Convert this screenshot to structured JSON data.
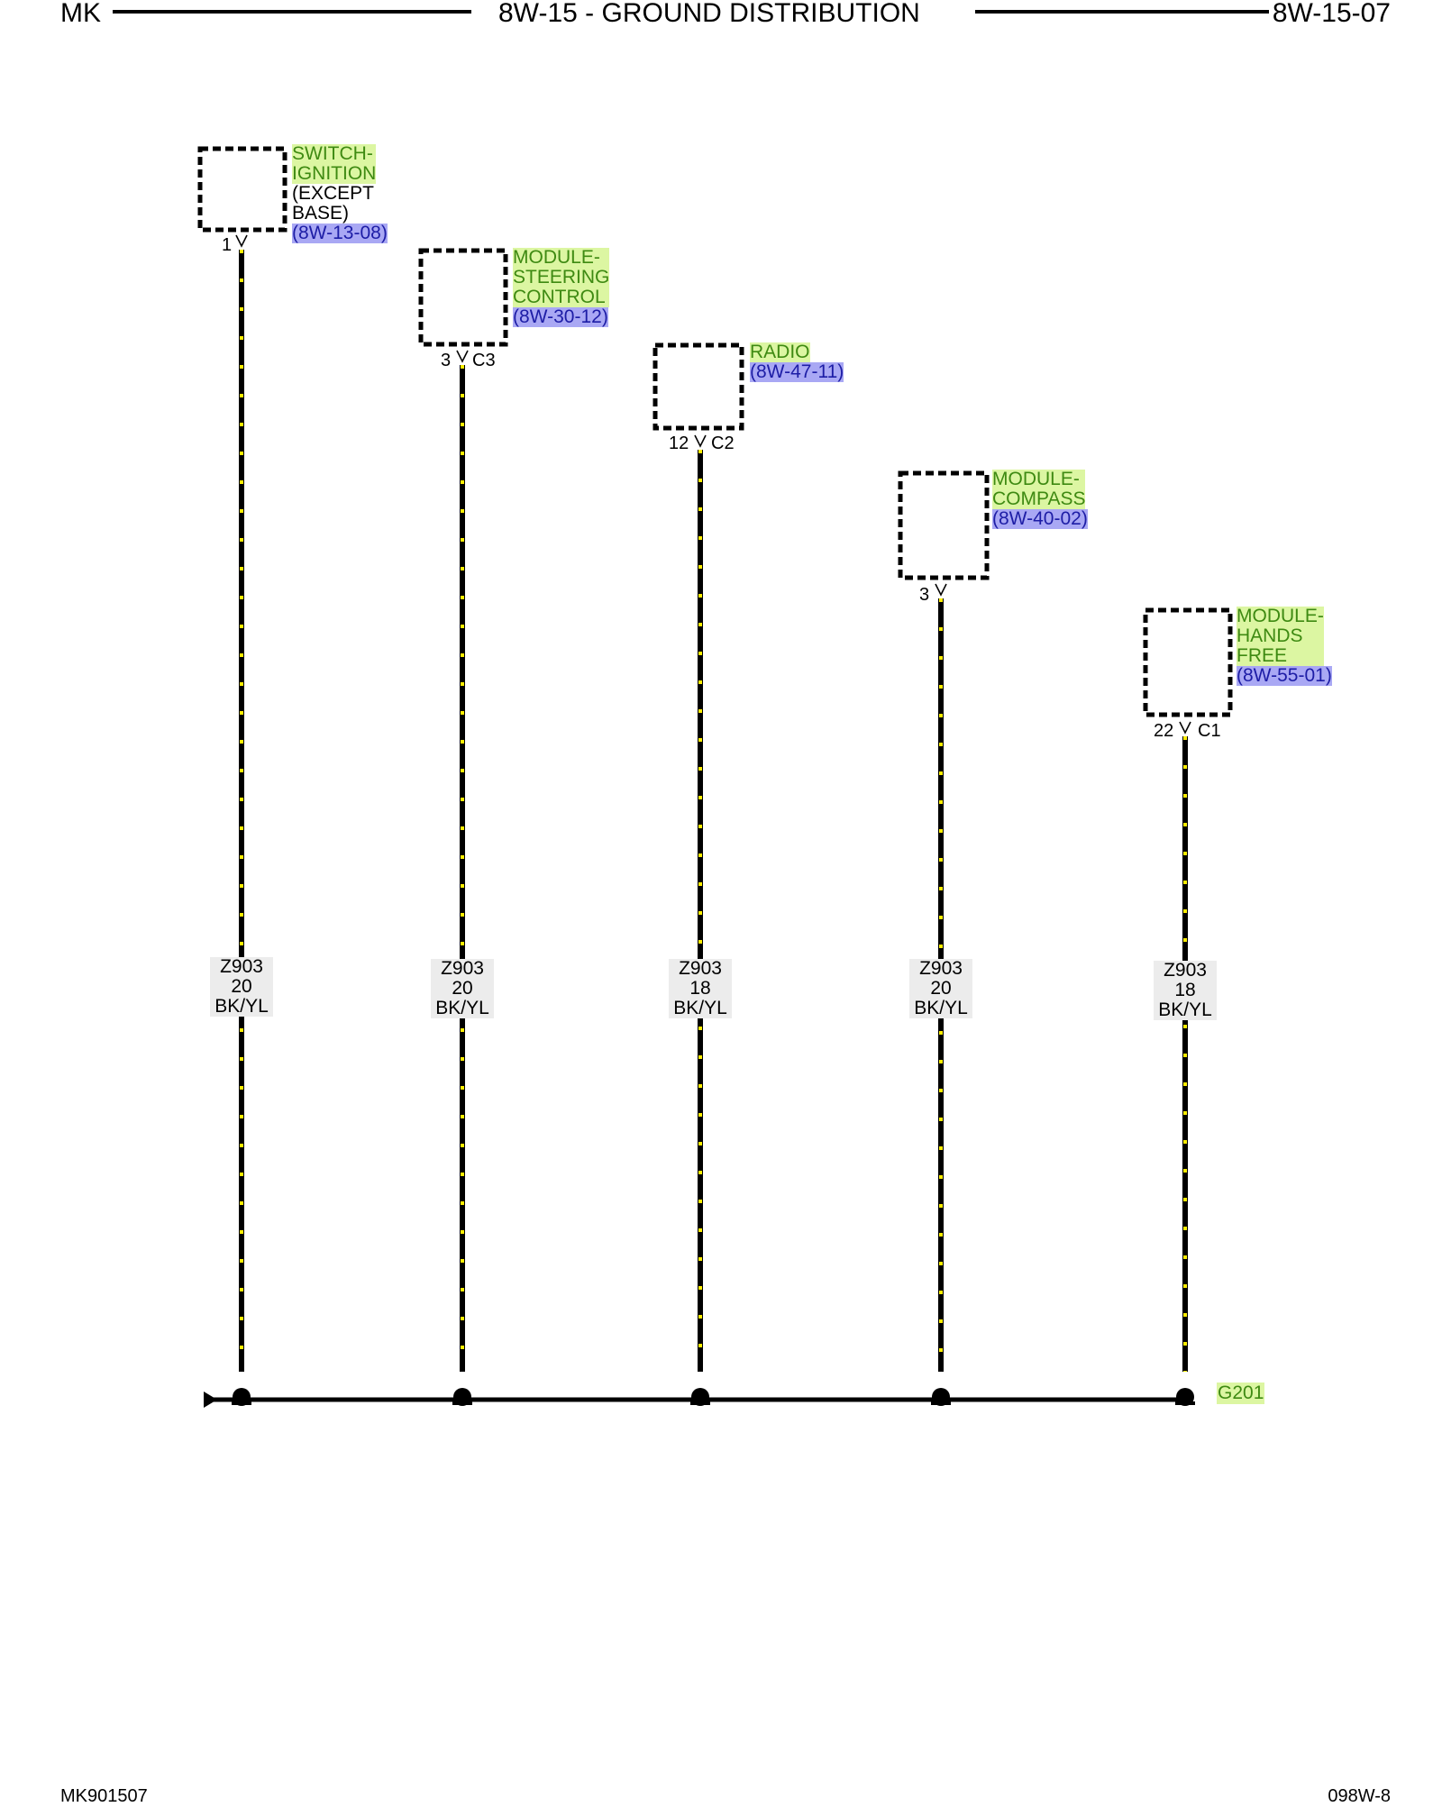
{
  "header": {
    "left": "MK",
    "center": "8W-15 - GROUND DISTRIBUTION",
    "right": "8W-15-07"
  },
  "footer": {
    "left": "MK901507",
    "right": "098W-8"
  },
  "components": [
    {
      "name_lines": [
        "SWITCH-",
        "IGNITION"
      ],
      "note_lines": [
        "(EXCEPT",
        "BASE)"
      ],
      "ref": "(8W-13-08)",
      "pin": "1",
      "connector": ""
    },
    {
      "name_lines": [
        "MODULE-",
        "STEERING",
        "CONTROL"
      ],
      "note_lines": [],
      "ref": "(8W-30-12)",
      "pin": "3",
      "connector": "C3"
    },
    {
      "name_lines": [
        "RADIO"
      ],
      "note_lines": [],
      "ref": "(8W-47-11)",
      "pin": "12",
      "connector": "C2"
    },
    {
      "name_lines": [
        "MODULE-",
        "COMPASS"
      ],
      "note_lines": [],
      "ref": "(8W-40-02)",
      "pin": "3",
      "connector": ""
    },
    {
      "name_lines": [
        "MODULE-",
        "HANDS",
        "FREE"
      ],
      "note_lines": [],
      "ref": "(8W-55-01)",
      "pin": "22",
      "connector": "C1"
    }
  ],
  "wires": [
    {
      "circuit": "Z903",
      "gauge": "20",
      "color": "BK/YL"
    },
    {
      "circuit": "Z903",
      "gauge": "20",
      "color": "BK/YL"
    },
    {
      "circuit": "Z903",
      "gauge": "18",
      "color": "BK/YL"
    },
    {
      "circuit": "Z903",
      "gauge": "20",
      "color": "BK/YL"
    },
    {
      "circuit": "Z903",
      "gauge": "18",
      "color": "BK/YL"
    }
  ],
  "ground": {
    "label": "G201"
  },
  "colors": {
    "wire_base": "#000000",
    "wire_stripe": "#ffee00",
    "component_name_bg": "#dcf6a2",
    "component_name_text": "#3e8a12",
    "ref_bg": "#a9a8f4",
    "ref_text": "#1d1da6",
    "wire_label_bg": "#ececec"
  }
}
